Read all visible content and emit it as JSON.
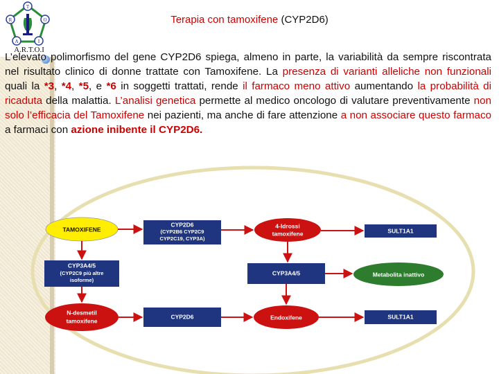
{
  "logo": {
    "caption": "A.R.T.O.I",
    "letters": [
      "T",
      "R",
      "O",
      "A",
      "I"
    ]
  },
  "title": {
    "main": "Terapia con tamoxifene",
    "sub": "(CYP2D6)"
  },
  "paragraph": {
    "s1": "L’elevato polimorfismo del gene CYP2D6 spiega, almeno in parte, la variabilità da sempre riscontrata nel risultato clinico di donne trattate con Tamoxifene. La ",
    "s2": "presenza di varianti alleliche non funzionali",
    "s3": " quali la ",
    "a1": "*3",
    "c1": ", ",
    "a2": "*4",
    "c2": ", ",
    "a3": "*5",
    "c3": ", e ",
    "a4": "*6",
    "s4": " in soggetti trattati, rende ",
    "s5": "il farmaco meno attivo",
    "s6": " aumentando ",
    "s7": "la probabilità di ricaduta",
    "s8": " della malattia. ",
    "s9": "L’analisi genetica",
    "s10": " permette al medico oncologo di valutare preventivamente ",
    "s11": "non solo l’efficacia del Tamoxifene",
    "s12": " nei pazienti, ma anche di fare attenzione ",
    "s13": "a non associare questo farmaco",
    "s14": " a farmaci con ",
    "s15": "azione inibente il CYP2D6."
  },
  "diagram": {
    "tamoxifene": "TAMOXIFENE",
    "cyp2d6_top_1": "CYP2D6",
    "cyp2d6_top_2": "(CYP2B6 CYP2C9",
    "cyp2d6_top_3": "CYP2C19, CYP3A)",
    "idrossi_1": "4-Idrossi",
    "idrossi_2": "tamoxifene",
    "sult_top": "SULT1A1",
    "cyp3a45_left_1": "CYP3A4/5",
    "cyp3a45_left_2": "(CYP2C9 più altre",
    "cyp3a45_left_3": "isoforme)",
    "cyp3a45_mid": "CYP3A4/5",
    "metabolita": "Metabolita inattivo",
    "ndesmetil_1": "N-desmetil",
    "ndesmetil_2": "tamoxifene",
    "cyp2d6_bottom": "CYP2D6",
    "endoxifene": "Endoxifene",
    "sult_bottom": "SULT1A1",
    "colors": {
      "navy": "#1f3580",
      "red": "#cc1111",
      "yellow": "#ffee00",
      "green": "#2e7d2e",
      "outline": "#e8dfb0"
    }
  }
}
